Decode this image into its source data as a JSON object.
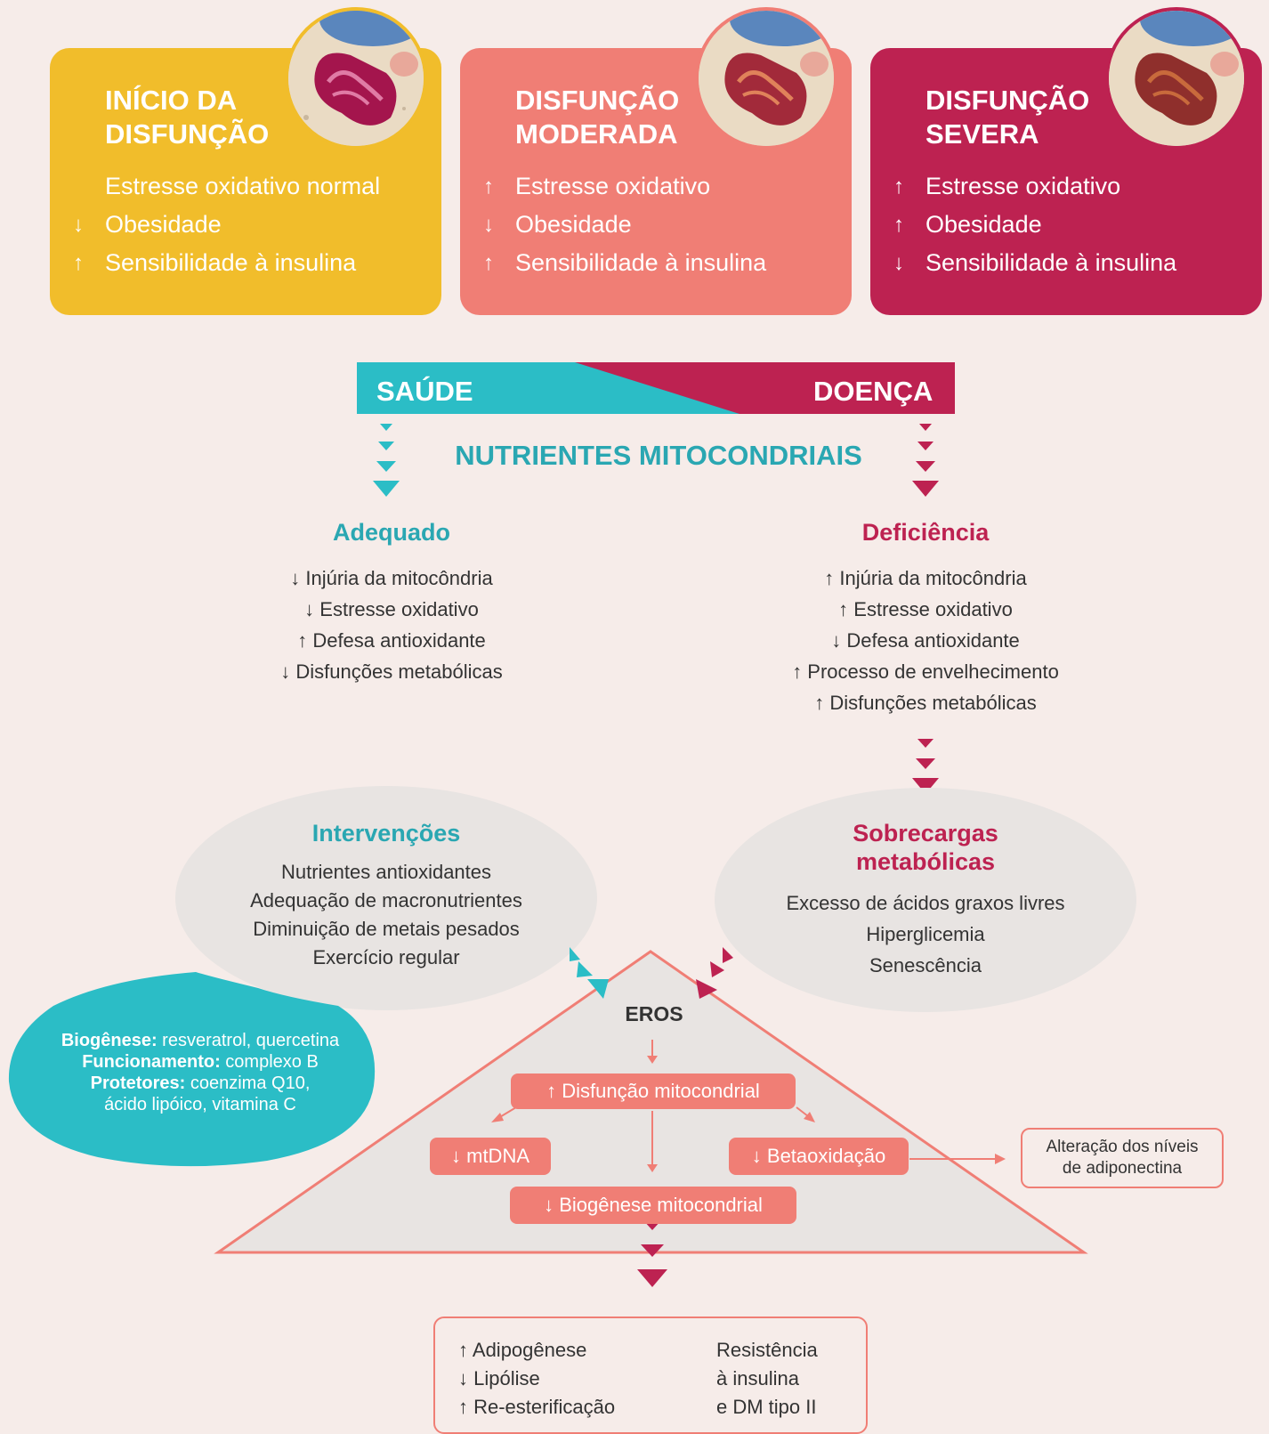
{
  "colors": {
    "yellow": "#f1bd2b",
    "salmon": "#f07e75",
    "magenta": "#bd2251",
    "teal": "#2bbdc6",
    "heading_teal": "#2aa7b2",
    "background": "#f6ece9",
    "ellipse_gray": "#e8e4e2"
  },
  "icons": [
    "mitochondrion-image",
    "arrow-up-icon",
    "arrow-down-icon",
    "chevron-down-icon"
  ],
  "cards": [
    {
      "title": "INÍCIO DA DISFUNÇÃO",
      "lines": [
        {
          "arrow": "",
          "text": "Estresse oxidativo normal"
        },
        {
          "arrow": "↓",
          "text": "Obesidade"
        },
        {
          "arrow": "↑",
          "text": "Sensibilidade à insulina"
        }
      ]
    },
    {
      "title": "DISFUNÇÃO MODERADA",
      "lines": [
        {
          "arrow": "↑",
          "text": "Estresse oxidativo"
        },
        {
          "arrow": "↓",
          "text": "Obesidade"
        },
        {
          "arrow": "↑",
          "text": "Sensibilidade à insulina"
        }
      ]
    },
    {
      "title": "DISFUNÇÃO SEVERA",
      "lines": [
        {
          "arrow": "↑",
          "text": "Estresse oxidativo"
        },
        {
          "arrow": "↑",
          "text": "Obesidade"
        },
        {
          "arrow": "↓",
          "text": "Sensibilidade à insulina"
        }
      ]
    }
  ],
  "health_bar": {
    "left": "SAÚDE",
    "right": "DOENÇA"
  },
  "center_title": "NUTRIENTES MITOCONDRIAIS",
  "adequate": {
    "title": "Adequado",
    "items": [
      "↓ Injúria da mitocôndria",
      "↓ Estresse oxidativo",
      "↑ Defesa antioxidante",
      "↓ Disfunções metabólicas"
    ]
  },
  "deficiency": {
    "title": "Deficiência",
    "items": [
      "↑ Injúria da mitocôndria",
      "↑ Estresse oxidativo",
      "↓ Defesa antioxidante",
      "↑ Processo de envelhecimento",
      "↑ Disfunções metabólicas"
    ]
  },
  "interventions": {
    "title": "Intervenções",
    "items": [
      "Nutrientes antioxidantes",
      "Adequação de macronutrientes",
      "Diminuição de metais pesados",
      "Exercício regular"
    ]
  },
  "overloads": {
    "title_line1": "Sobrecargas",
    "title_line2": "metabólicas",
    "items": [
      "Excesso de ácidos graxos livres",
      "Hiperglicemia",
      "Senescência"
    ]
  },
  "bubble": [
    {
      "label": "Biogênese:",
      "text": " resveratrol, quercetina"
    },
    {
      "label": "Funcionamento:",
      "text": " complexo B"
    },
    {
      "label": "Protetores:",
      "text": " coenzima Q10,"
    },
    {
      "label": "",
      "text": "ácido lipóico, vitamina C"
    }
  ],
  "triangle": {
    "eros": "EROS",
    "dysfunction": "↑ Disfunção mitocondrial",
    "mtdna": "↓ mtDNA",
    "beta": "↓ Betaoxidação",
    "biogenesis": "↓ Biogênese mitocondrial"
  },
  "adiponectin": {
    "line1": "Alteração dos níveis",
    "line2": "de adiponectina"
  },
  "outcome": {
    "left": [
      "↑ Adipogênese",
      "↓ Lipólise",
      "↑ Re-esterificação"
    ],
    "right": [
      "Resistência",
      "à insulina",
      "e DM tipo II"
    ]
  }
}
